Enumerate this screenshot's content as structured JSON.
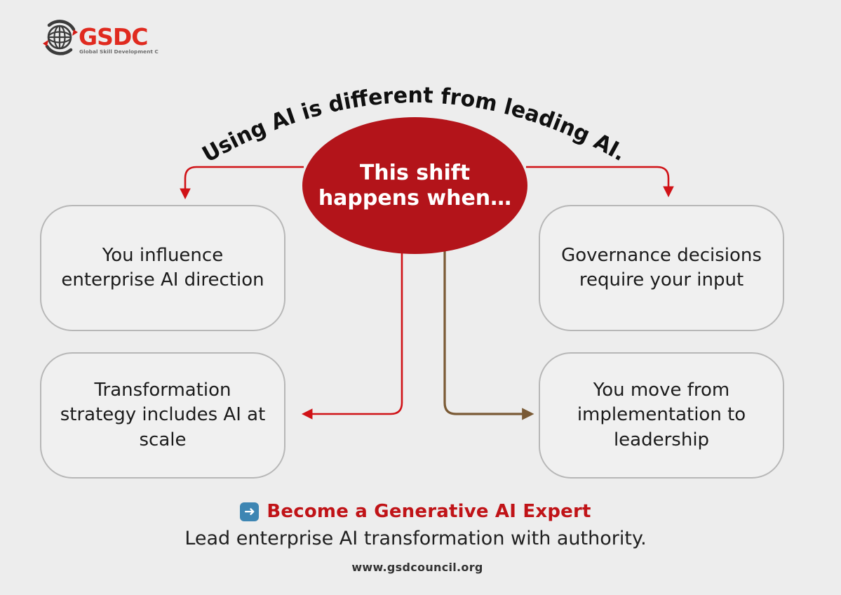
{
  "page": {
    "background_color": "#ededed"
  },
  "logo": {
    "brand": "GSDC",
    "tagline": "Global Skill Development Council",
    "brand_color": "#e02a1f",
    "globe_color": "#3b3b3b",
    "accent_color": "#d21a14"
  },
  "header": {
    "arc_title": "Using AI is different from leading AI."
  },
  "center_ellipse": {
    "line1": "This shift",
    "line2": "happens when…",
    "fill_color": "#b3141a",
    "text_color": "#ffffff"
  },
  "boxes": [
    {
      "id": "top-left",
      "text": "You influence enterprise AI direction"
    },
    {
      "id": "top-right",
      "text": "Governance decisions require your input"
    },
    {
      "id": "bottom-left",
      "text": "Transformation strategy includes AI at scale"
    },
    {
      "id": "bottom-right",
      "text": "You move from implementation to leadership"
    }
  ],
  "connectors": {
    "red_color": "#d01217",
    "brown_color": "#7a5a35"
  },
  "footer": {
    "cta_arrow_icon": "➜",
    "cta_text": "Become a Generative AI Expert",
    "cta_color": "#c01317",
    "cta_icon_bg": "#3e86b3",
    "subtitle": "Lead enterprise AI transformation with authority.",
    "website": "www.gsdcouncil.org"
  }
}
